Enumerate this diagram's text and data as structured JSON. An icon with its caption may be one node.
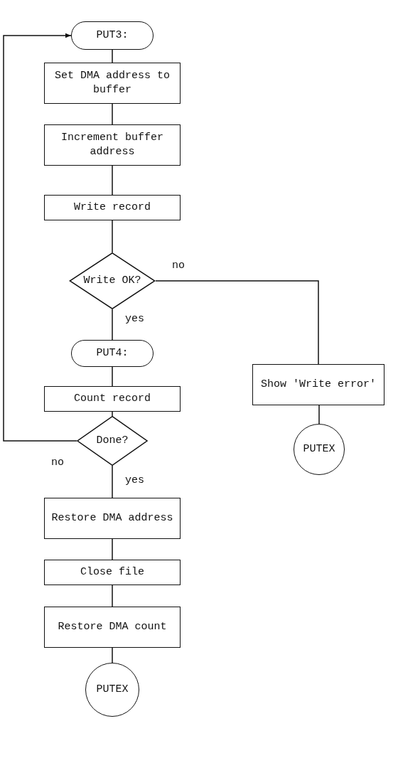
{
  "diagram": {
    "nodes": [
      {
        "text": [
          "PUT3:"
        ]
      },
      {
        "text": [
          "Set DMA address to buffer"
        ]
      },
      {
        "text": [
          "Increment buffer address"
        ]
      },
      {
        "text": [
          "Write record"
        ]
      },
      {
        "text": [
          "Write OK?"
        ]
      },
      {
        "text": [
          "PUT4:"
        ]
      },
      {
        "text": [
          "Show 'Write error'"
        ]
      },
      {
        "text": [
          "Count record"
        ]
      },
      {
        "text": [
          "PUTEX"
        ]
      },
      {
        "text": [
          "Done?"
        ]
      },
      {
        "text": [
          "Restore DMA address"
        ]
      },
      {
        "text": [
          "Close file"
        ]
      },
      {
        "text": [
          "Restore DMA count"
        ]
      },
      {
        "text": [
          "PUTEX"
        ]
      }
    ],
    "edges": [
      {
        "from": 0,
        "to": 1,
        "arrow": "none"
      },
      {
        "from": 1,
        "to": 2,
        "arrow": "none"
      },
      {
        "from": 2,
        "to": 3,
        "arrow": "none"
      },
      {
        "from": 3,
        "to": 4,
        "arrow": "none"
      },
      {
        "from": 4,
        "to": 5,
        "label": "yes",
        "arrow": "none"
      },
      {
        "from": 4,
        "to": 6,
        "label": "no",
        "arrow": "none"
      },
      {
        "from": 6,
        "to": 8,
        "arrow": "none"
      },
      {
        "from": 5,
        "to": 7,
        "arrow": "none"
      },
      {
        "from": 7,
        "to": 9,
        "arrow": "none"
      },
      {
        "from": 9,
        "to": 0,
        "label": "no",
        "arrow": "to"
      },
      {
        "from": 9,
        "to": 10,
        "label": "yes",
        "arrow": "none"
      },
      {
        "from": 10,
        "to": 11,
        "arrow": "none"
      },
      {
        "from": 11,
        "to": 12,
        "arrow": "none"
      },
      {
        "from": 12,
        "to": 13,
        "arrow": "none"
      }
    ]
  }
}
